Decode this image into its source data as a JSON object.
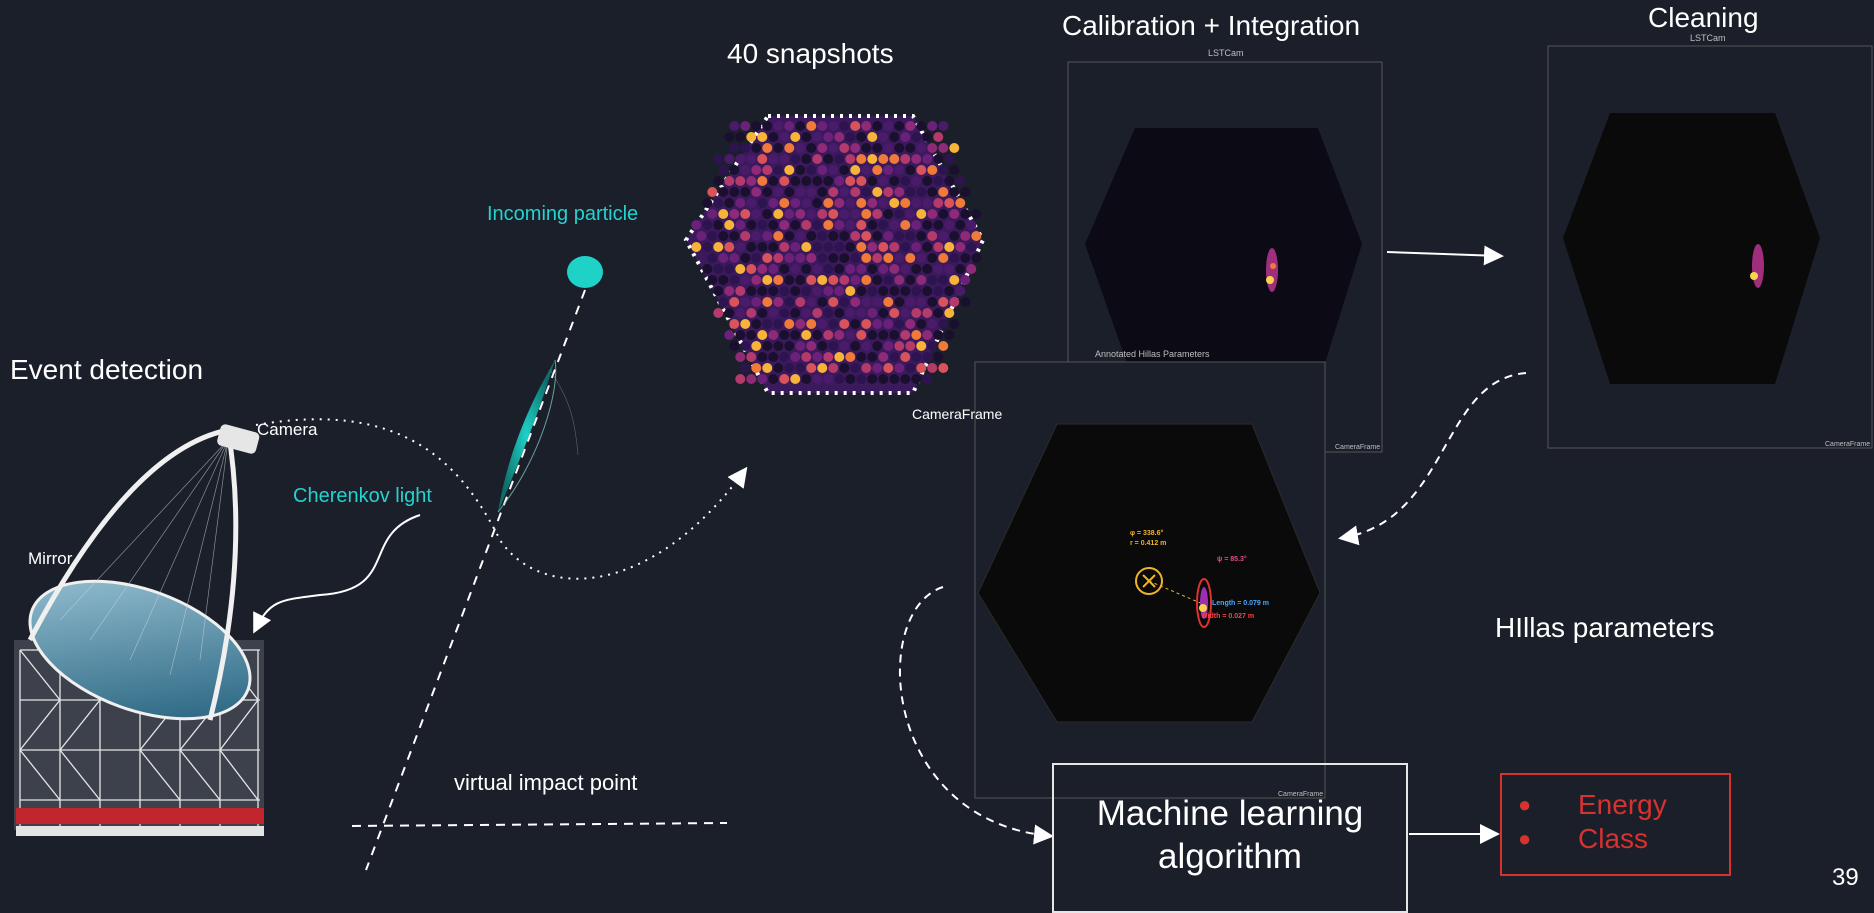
{
  "titles": {
    "event_detection": "Event detection",
    "snapshots": "40 snapshots",
    "calibration": "Calibration + Integration",
    "cleaning": "Cleaning",
    "hillas": "HIllas parameters"
  },
  "labels": {
    "camera": "Camera",
    "mirror": "Mirror",
    "cherenkov": "Cherenkov light",
    "incoming_particle": "Incoming particle",
    "virtual_impact": "virtual impact point",
    "camera_frame": "CameraFrame"
  },
  "plots": {
    "calibration_title": "LSTCam",
    "cleaning_title": "LSTCam",
    "hillas_title": "Annotated Hillas Parameters",
    "footer": "CameraFrame",
    "hillas_annotations": {
      "psi": "φ = 338.6°",
      "r": "r = 0.412 m",
      "phi": "ψ = 85.3°",
      "length": "Length = 0.079 m",
      "width": "Width = 0.027 m"
    }
  },
  "ml": {
    "line1": "Machine learning",
    "line2": "algorithm"
  },
  "outputs": [
    "Energy",
    "Class"
  ],
  "page_number": "39",
  "colors": {
    "background": "#1b1f2a",
    "cyan": "#22d3cf",
    "red": "#d6322f"
  }
}
